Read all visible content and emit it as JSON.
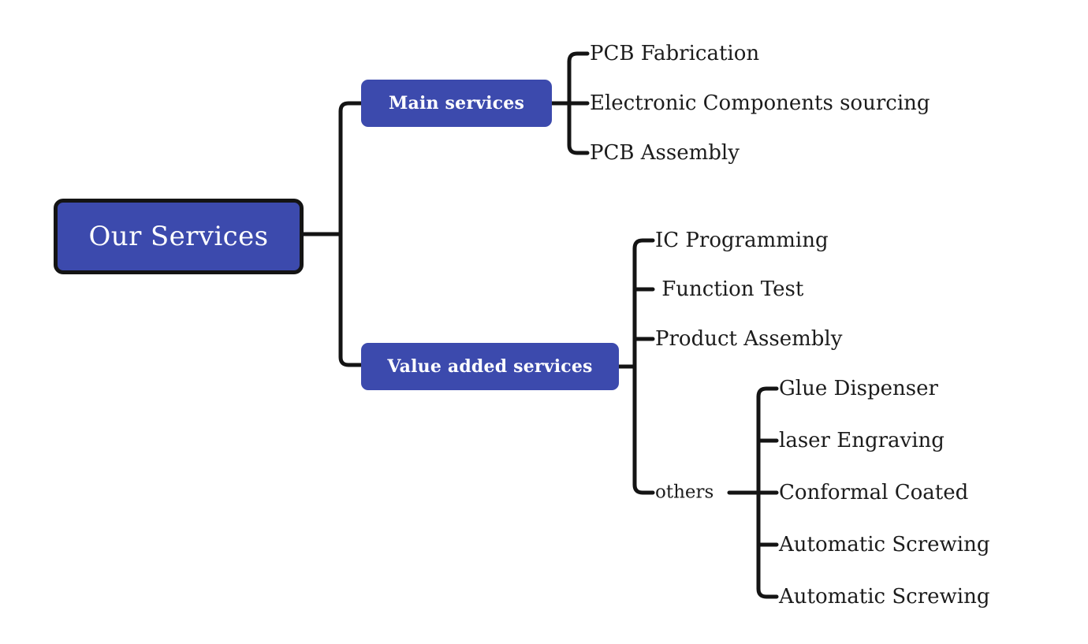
{
  "diagram": {
    "title": "Our Services",
    "type": "mind-map",
    "colors": {
      "node_fill": "#3c4aad",
      "node_text": "#ffffff",
      "root_border": "#141414",
      "edge": "#141414",
      "leaf_text": "#1c1c1c",
      "background": "#ffffff"
    },
    "root": {
      "label": "Our Services"
    },
    "branches": [
      {
        "label": "Main services",
        "children": [
          {
            "label": "PCB Fabrication"
          },
          {
            "label": "Electronic Components sourcing"
          },
          {
            "label": "PCB Assembly"
          }
        ]
      },
      {
        "label": "Value added services",
        "children": [
          {
            "label": "IC Programming"
          },
          {
            "label": " Function Test"
          },
          {
            "label": "Product Assembly"
          },
          {
            "label": "others",
            "children": [
              {
                "label": "Glue Dispenser"
              },
              {
                "label": "laser Engraving"
              },
              {
                "label": "Conformal Coated"
              },
              {
                "label": "Automatic Screwing"
              },
              {
                "label": "Automatic Screwing"
              }
            ]
          }
        ]
      }
    ]
  }
}
